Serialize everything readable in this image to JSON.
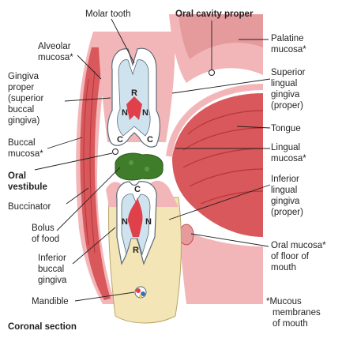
{
  "labels": {
    "molar_tooth": "Molar tooth",
    "oral_cavity_proper": "Oral cavity proper",
    "alveolar_mucosa": [
      "Alveolar",
      "mucosa*"
    ],
    "gingiva_proper": [
      "Gingiva",
      "proper",
      "(superior",
      "buccal",
      "gingiva)"
    ],
    "buccal_mucosa": [
      "Buccal",
      "mucosa*"
    ],
    "oral_vestibule": [
      "Oral",
      "vestibule"
    ],
    "buccinator": "Buccinator",
    "bolus": [
      "Bolus",
      "of food"
    ],
    "inferior_buccal_gingiva": [
      "Inferior",
      "buccal",
      "gingiva"
    ],
    "mandible": "Mandible",
    "coronal_section": "Coronal section",
    "palatine_mucosa": [
      "Palatine",
      "mucosa*"
    ],
    "superior_lingual_gingiva": [
      "Superior",
      "lingual",
      "gingiva",
      "(proper)"
    ],
    "tongue": "Tongue",
    "lingual_mucosa": [
      "Lingual",
      "mucosa*"
    ],
    "inferior_lingual_gingiva": [
      "Inferior",
      "lingual",
      "gingiva",
      "(proper)"
    ],
    "oral_mucosa_floor": [
      "Oral mucosa*",
      "of floor of",
      "mouth"
    ],
    "mucous_membranes": [
      "*Mucous",
      "membranes",
      "of mouth"
    ]
  },
  "tooth_letters": {
    "upper_root": "R",
    "upper_n_left": "N",
    "upper_n_right": "N",
    "upper_c_left": "C",
    "upper_c_right": "C",
    "lower_crown": "C",
    "lower_n_left": "N",
    "lower_n_right": "N",
    "lower_root": "R"
  },
  "colors": {
    "mucosa_pink": "#f3b6b8",
    "muscle_red": "#d9585b",
    "muscle_dark": "#b7363a",
    "bone": "#f3e5b5",
    "enamel": "#ffffff",
    "dentin": "#cfe3ef",
    "pulp": "#e0404a",
    "bolus_green": "#3f7d2b"
  }
}
